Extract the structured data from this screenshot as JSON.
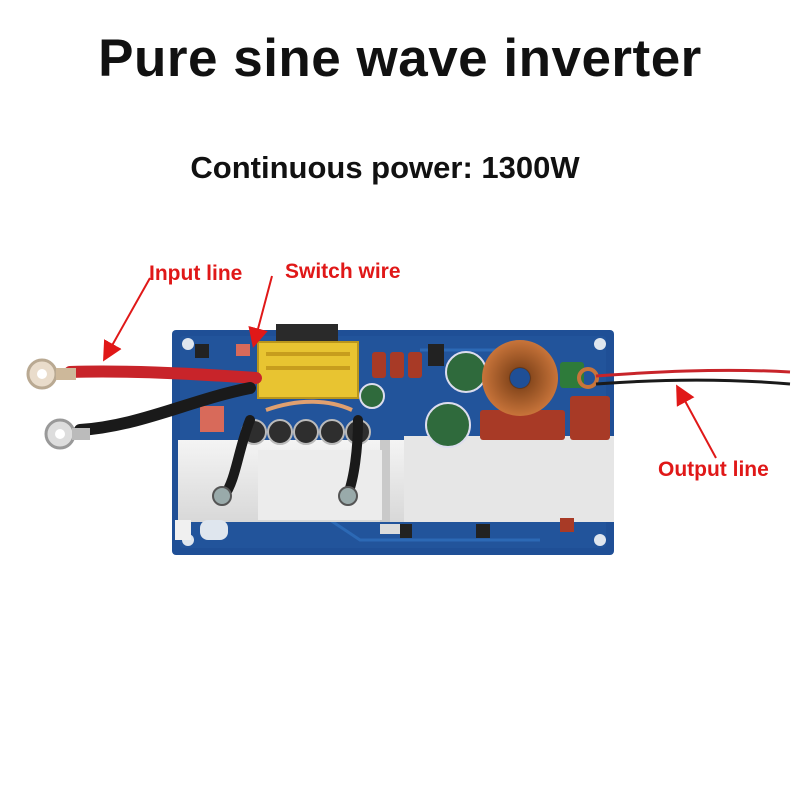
{
  "header": {
    "title": "Pure sine wave inverter",
    "subtitle": "Continuous power: 1300W"
  },
  "callouts": {
    "input_line": "Input line",
    "switch_wire": "Switch wire",
    "output_line": "Output line"
  },
  "colors": {
    "pcb": "#1f4f96",
    "callout_red": "#e01818",
    "heatsink": "#e9e9e9",
    "wire_red": "#c8242a",
    "wire_black": "#1a1a1a",
    "copper": "#b5652c",
    "capacitor_red": "#a83a26",
    "transformer_yellow": "#e8c431"
  }
}
